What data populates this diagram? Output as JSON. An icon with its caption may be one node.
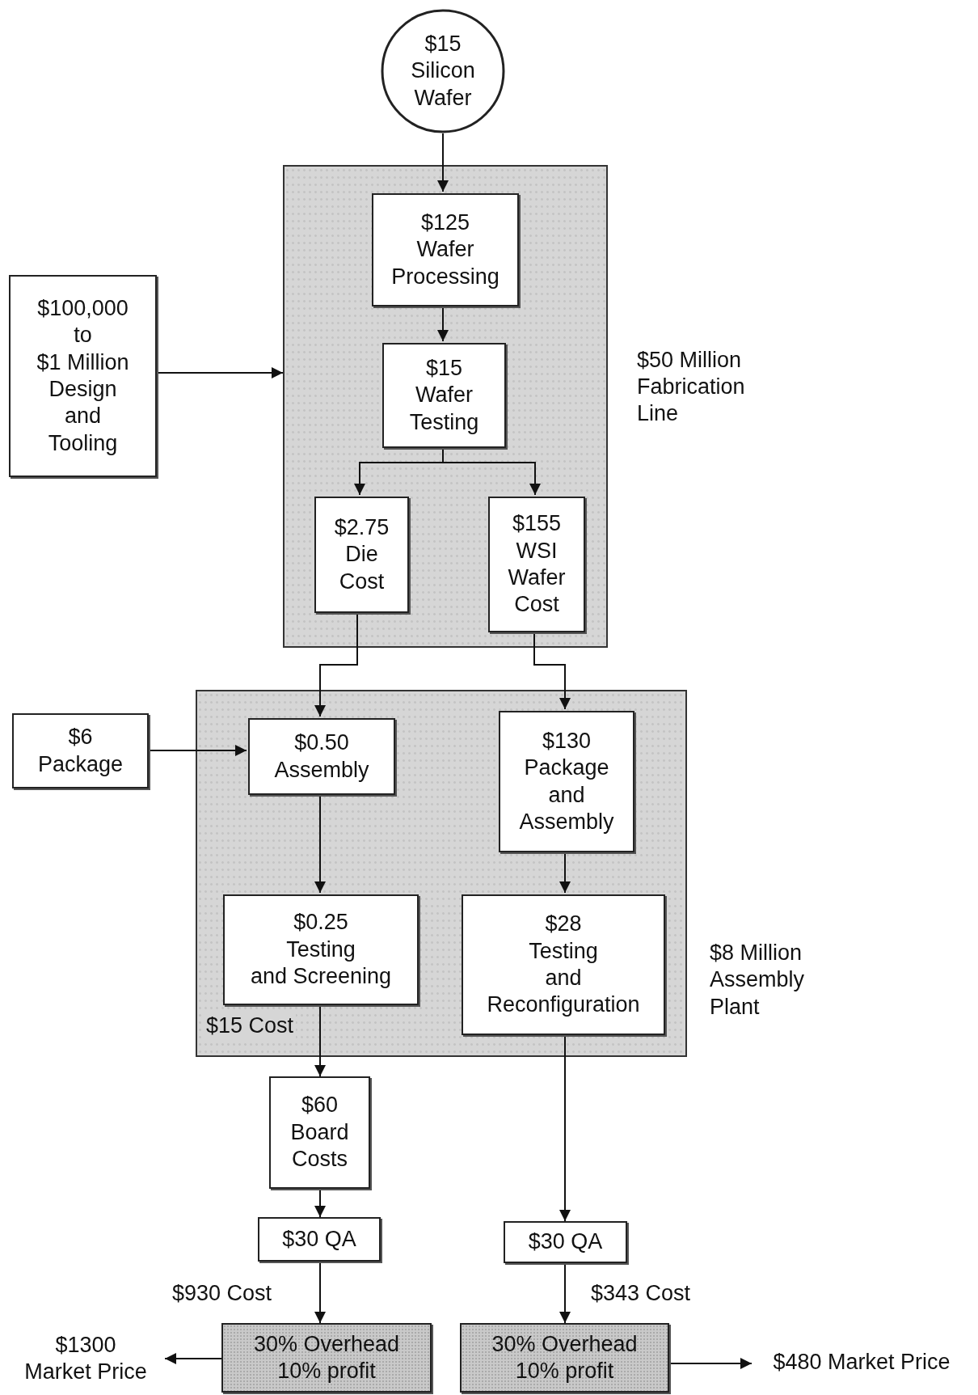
{
  "diagram": {
    "nodes": [
      {
        "text": [
          "$15 Silicon Wafer"
        ]
      },
      {
        "text": [],
        "shape": "box",
        "beside": [
          "$50 Million Fabrication Line"
        ]
      },
      {
        "text": [
          "$125 Wafer Processing"
        ],
        "in": 1
      },
      {
        "text": [
          "$15 Wafer Testing"
        ],
        "in": 1
      },
      {
        "text": [
          "$2.75 Die Cost"
        ],
        "in": 1
      },
      {
        "text": [
          "$155 WSI Wafer Cost"
        ],
        "in": 1
      },
      {
        "text": [
          "$100,000 to $1 Million Design and Tooling"
        ]
      },
      {
        "text": [],
        "shape": "box",
        "beside": [
          "$8 Million Assembly Plant"
        ]
      },
      {
        "text": [
          "$6 Package"
        ]
      },
      {
        "text": [
          "$0.50 Assembly"
        ],
        "in": 7
      },
      {
        "text": [
          "$130 Package and Assembly"
        ],
        "in": 7
      },
      {
        "text": [
          "$0.25 Testing and Screening"
        ],
        "in": 7
      },
      {
        "text": [
          "$28 Testing and Reconfiguration"
        ],
        "in": 7
      },
      {
        "text": [
          "$60 Board Costs"
        ]
      },
      {
        "text": [
          "$30 QA"
        ]
      },
      {
        "text": [
          "$30 QA"
        ]
      },
      {
        "text": [
          "30% Overhead 10% profit"
        ]
      },
      {
        "text": [
          "30% Overhead 10% profit"
        ]
      },
      {
        "text": [
          "$1300 Market Price"
        ]
      },
      {
        "text": [
          "$480 Market Price"
        ]
      }
    ],
    "edges": [
      {
        "from": 0,
        "to": 2,
        "arrow": "to"
      },
      {
        "from": 2,
        "to": 3,
        "arrow": "to"
      },
      {
        "from": 3,
        "to": 4,
        "arrow": "to"
      },
      {
        "from": 3,
        "to": 5,
        "arrow": "to"
      },
      {
        "from": 6,
        "to": 1,
        "arrow": "to"
      },
      {
        "from": 4,
        "to": 9,
        "arrow": "to"
      },
      {
        "from": 5,
        "to": 10,
        "arrow": "to"
      },
      {
        "from": 8,
        "to": 9,
        "arrow": "to"
      },
      {
        "from": 9,
        "to": 11,
        "arrow": "to"
      },
      {
        "from": 10,
        "to": 12,
        "arrow": "to"
      },
      {
        "from": 11,
        "to": 13,
        "arrow": "to",
        "label": "$15 Cost"
      },
      {
        "from": 13,
        "to": 14,
        "arrow": "to"
      },
      {
        "from": 14,
        "to": 16,
        "arrow": "to",
        "label": "$930 Cost"
      },
      {
        "from": 12,
        "to": 15,
        "arrow": "to"
      },
      {
        "from": 15,
        "to": 17,
        "arrow": "to",
        "label": "$343 Cost"
      },
      {
        "from": 16,
        "to": 18,
        "arrow": "to"
      },
      {
        "from": 17,
        "to": 19,
        "arrow": "to"
      }
    ]
  }
}
